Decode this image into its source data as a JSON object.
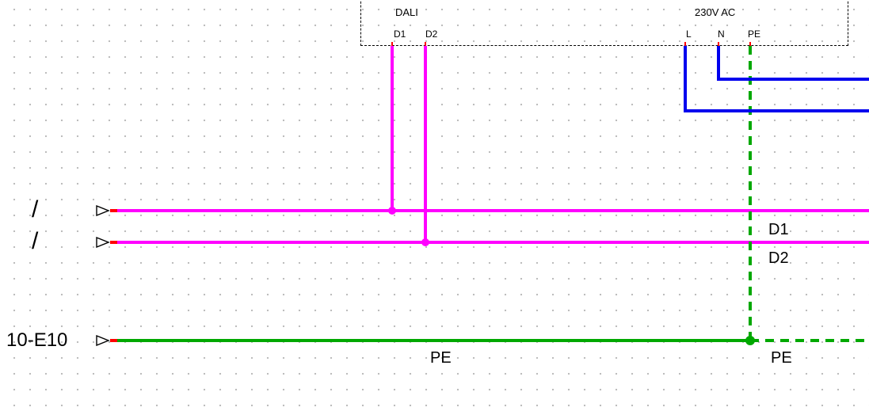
{
  "device": {
    "dali_group_label": "DALI",
    "power_group_label": "230V AC",
    "terminal_d1": "D1",
    "terminal_d2": "D2",
    "terminal_l": "L",
    "terminal_n": "N",
    "terminal_pe": "PE"
  },
  "left_refs": {
    "slash_top": "/",
    "slash_bottom": "/",
    "pe_source": "10-E10"
  },
  "wire_labels": {
    "d1": "D1",
    "d2": "D2",
    "pe_mid": "PE",
    "pe_right": "PE"
  },
  "colors": {
    "dali_wire": "#ff00ff",
    "power_wire": "#0000ee",
    "pe_wire": "#00a800",
    "tick": "#ff0000",
    "outline": "#000000",
    "grid_dot": "#bdbdbd"
  }
}
